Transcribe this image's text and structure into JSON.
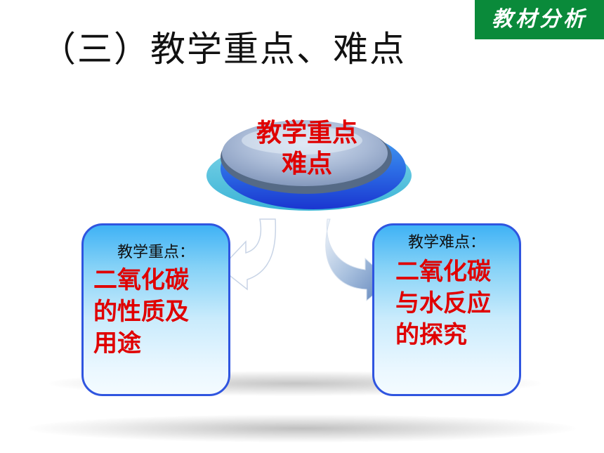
{
  "header": {
    "tag": "教材分析",
    "title": "（三）教学重点、难点"
  },
  "center": {
    "lines": [
      "教学重点",
      "难点"
    ]
  },
  "left_panel": {
    "heading": "教学重点：",
    "lines": [
      "二氧化碳",
      "的性质及",
      "用途"
    ]
  },
  "right_panel": {
    "heading": "教学难点：",
    "lines": [
      "二氧化碳",
      "与水反应",
      "的探究"
    ]
  },
  "colors": {
    "tag_bg": "#0a8a3a",
    "emphasis": "#e00000",
    "panel_border": "#2f55e0",
    "hub_top": "#8fa4c6",
    "hub_ring": "#1f3fd8"
  }
}
